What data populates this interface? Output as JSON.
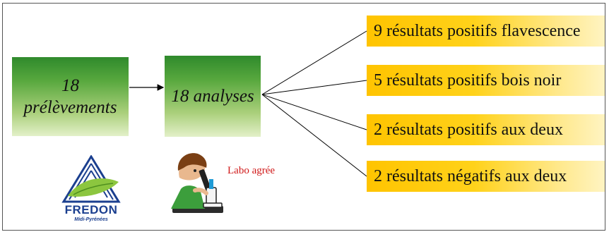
{
  "source_box": {
    "line1": "18",
    "line2": "prélèvements"
  },
  "analysis_box": {
    "label": "18 analyses"
  },
  "results": [
    {
      "label": "9 résultats positifs flavescence"
    },
    {
      "label": "5 résultats positifs bois noir"
    },
    {
      "label": "2 résultats positifs aux deux"
    },
    {
      "label": "2 résultats négatifs aux deux"
    }
  ],
  "lab": {
    "label": "Labo agrée"
  },
  "logo": {
    "name": "FREDON",
    "region": "Midi-Pyrénées"
  },
  "colors": {
    "green_dark": "#2f8a2c",
    "green_light": "#e3f0c9",
    "yellow": "#ffc400",
    "lab_text": "#d01818",
    "logo_blue": "#1b3f8f"
  }
}
